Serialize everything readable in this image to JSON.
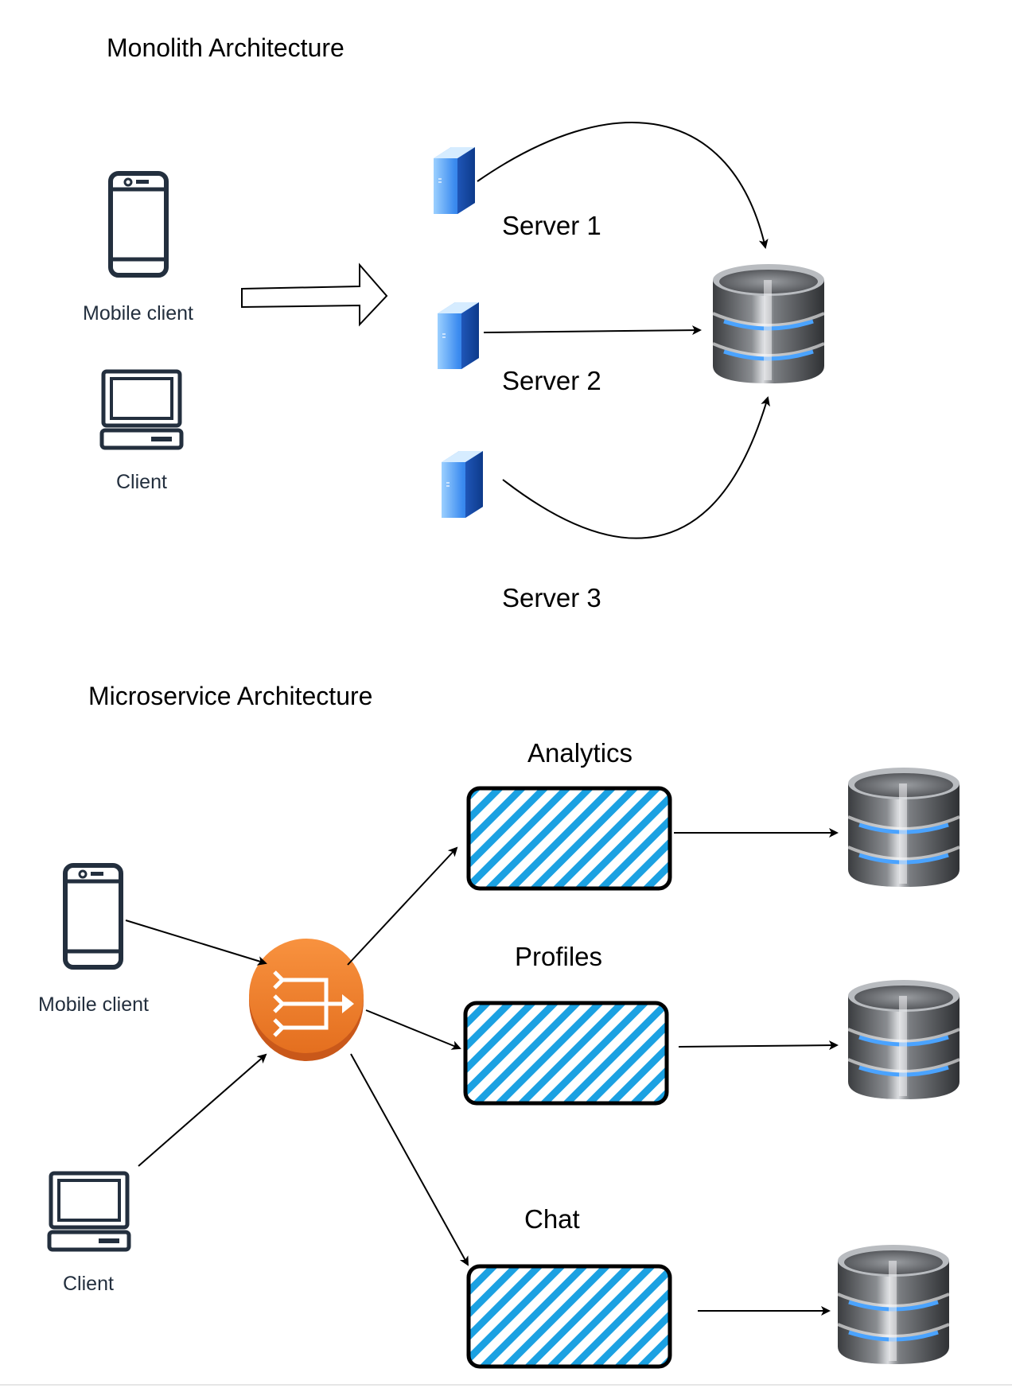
{
  "monolith": {
    "title": "Monolith Architecture",
    "clients": [
      {
        "label": "Mobile client",
        "icon": "mobile-phone-icon"
      },
      {
        "label": "Client",
        "icon": "desktop-computer-icon"
      }
    ],
    "servers": [
      {
        "label": "Server 1",
        "icon": "server-icon"
      },
      {
        "label": "Server 2",
        "icon": "server-icon"
      },
      {
        "label": "Server 3",
        "icon": "server-icon"
      }
    ],
    "database_icon": "database-icon"
  },
  "microservice": {
    "title": "Microservice Architecture",
    "clients": [
      {
        "label": "Mobile client",
        "icon": "mobile-phone-icon"
      },
      {
        "label": "Client",
        "icon": "desktop-computer-icon"
      }
    ],
    "gateway_icon": "load-balancer-icon",
    "services": [
      {
        "label": "Analytics"
      },
      {
        "label": "Profiles"
      },
      {
        "label": "Chat"
      }
    ],
    "database_icon": "database-icon"
  },
  "colors": {
    "gateway": "#f58536",
    "hatch": "#1ba1e2",
    "server": "#2b7de8",
    "client_stroke": "#232f3e",
    "database_body": "#6b6e72",
    "database_ring": "#4aa3ff",
    "arrow": "#000000"
  }
}
